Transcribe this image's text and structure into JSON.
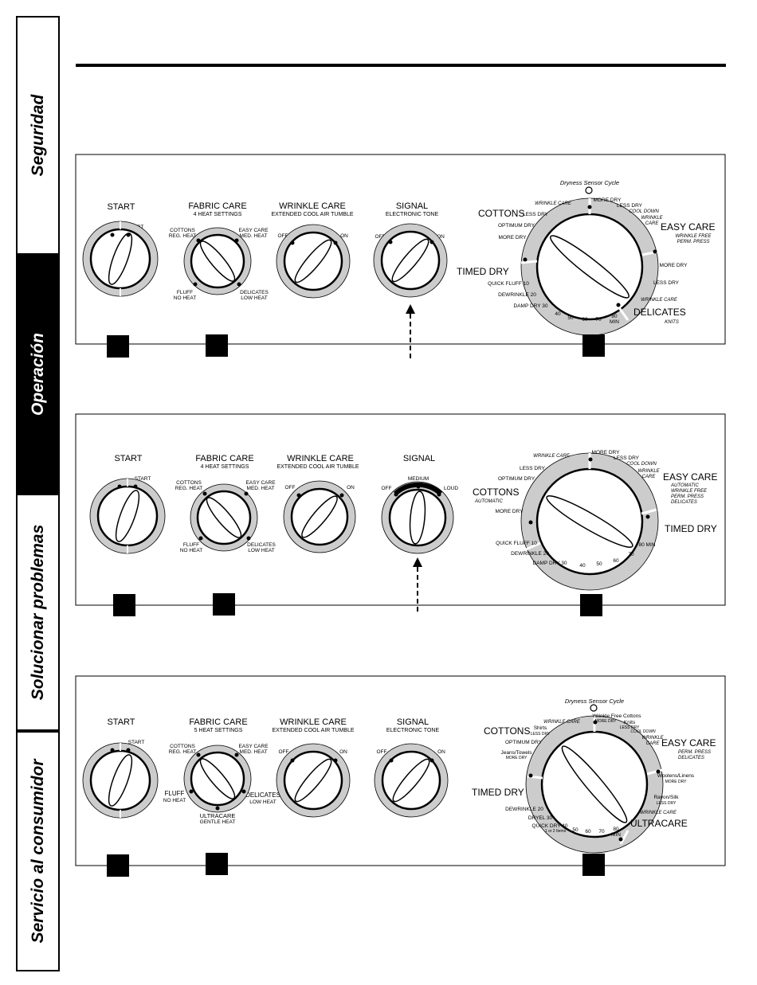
{
  "sidebar": {
    "tabs": [
      {
        "label": "Seguridad"
      },
      {
        "label": "Operación"
      },
      {
        "label": "Solucionar problemas"
      },
      {
        "label": "Servicio al consumidor"
      }
    ]
  },
  "panel1": {
    "start": {
      "title": "START",
      "option": "START"
    },
    "fabric": {
      "title": "FABRIC CARE",
      "sub": "4 HEAT SETTINGS",
      "o1": "COTTONS",
      "o1s": "REG. HEAT",
      "o2": "EASY CARE",
      "o2s": "MED. HEAT",
      "o3": "FLUFF",
      "o3s": "NO HEAT",
      "o4": "DELICATES",
      "o4s": "LOW HEAT"
    },
    "wrinkle": {
      "title": "WRINKLE CARE",
      "sub": "EXTENDED COOL AIR TUMBLE",
      "off": "OFF",
      "on": "ON"
    },
    "signal": {
      "title": "SIGNAL",
      "sub": "ELECTRONIC TONE",
      "off": "OFF",
      "on": "ON"
    },
    "cycle": {
      "sensor": "Dryness Sensor Cycle",
      "cottons": "COTTONS",
      "easy": "EASY CARE",
      "timed": "TIMED DRY",
      "delicates": "DELICATES",
      "wrinkle_care_top": "WRINKLE CARE",
      "more_dry_top": "MORE DRY",
      "less_dry_top": "LESS DRY",
      "cool_down": "COOL DOWN",
      "wrinkle_care_r1": "WRINKLE",
      "wrinkle_care_r2": "CARE",
      "wrinkle_free": "WRINKLE FREE",
      "perm_press": "PERM. PRESS",
      "more_dry_r": "MORE DRY",
      "less_dry_r": "LESS DRY",
      "wrinkle_care_br": "WRINKLE CARE",
      "knits": "KNITS",
      "less_dry_l": "LESS DRY",
      "optimum": "OPTIMUM DRY",
      "more_dry_l": "MORE DRY",
      "quick": "QUICK FLUFF 10",
      "dewrinkle": "DEWRINKLE 20",
      "damp": "DAMP DRY 30",
      "m40": "40",
      "m50": "50",
      "m60": "60",
      "m70": "70",
      "m80": "80",
      "min": "MIN"
    }
  },
  "panel2": {
    "start": {
      "title": "START",
      "option": "START"
    },
    "fabric": {
      "title": "FABRIC CARE",
      "sub": "4 HEAT SETTINGS",
      "o1": "COTTONS",
      "o1s": "REG. HEAT",
      "o2": "EASY CARE",
      "o2s": "MED. HEAT",
      "o3": "FLUFF",
      "o3s": "NO HEAT",
      "o4": "DELICATES",
      "o4s": "LOW HEAT"
    },
    "wrinkle": {
      "title": "WRINKLE CARE",
      "sub": "EXTENDED COOL AIR TUMBLE",
      "off": "OFF",
      "on": "ON"
    },
    "signal": {
      "title": "SIGNAL",
      "off": "OFF",
      "medium": "MEDIUM",
      "loud": "LOUD"
    },
    "cycle": {
      "cottons": "COTTONS",
      "automatic_l": "AUTOMATIC",
      "easy": "EASY CARE",
      "timed": "TIMED DRY",
      "wrinkle_care_top": "WRINKLE CARE",
      "more_dry_top": "MORE DRY",
      "less_dry_top": "LESS DRY",
      "cool_down": "COOL DOWN",
      "wrinkle_r1": "WRINKLE",
      "wrinkle_r2": "CARE",
      "automatic_r": "AUTOMATIC",
      "wrinkle_free": "WRINKLE FREE",
      "perm_press": "PERM. PRESS",
      "delicates": "DELICATES",
      "less_dry_l": "LESS DRY",
      "optimum": "OPTIMUM DRY",
      "more_dry_l": "MORE DRY",
      "quick": "QUICK FLUFF 10",
      "dewrinkle": "DEWRINKLE 20",
      "damp": "DAMP DRY 30",
      "m40": "40",
      "m50": "50",
      "m60": "60",
      "m70": "70",
      "m80": "80 MIN"
    }
  },
  "panel3": {
    "start": {
      "title": "START",
      "option": "START"
    },
    "fabric": {
      "title": "FABRIC CARE",
      "sub": "5 HEAT SETTINGS",
      "o1": "COTTONS",
      "o1s": "REG. HEAT",
      "o2": "EASY CARE",
      "o2s": "MED. HEAT",
      "o3": "FLUFF",
      "o3s": "NO HEAT",
      "o4": "DELICATES",
      "o4s": "LOW HEAT",
      "o5": "ULTRACARE",
      "o5s": "GENTLE HEAT"
    },
    "wrinkle": {
      "title": "WRINKLE CARE",
      "sub": "EXTENDED COOL AIR TUMBLE",
      "off": "OFF",
      "on": "ON"
    },
    "signal": {
      "title": "SIGNAL",
      "sub": "ELECTRONIC TONE",
      "off": "OFF",
      "on": "ON"
    },
    "cycle": {
      "sensor": "Dryness Sensor Cycle",
      "cottons": "COTTONS",
      "easy": "EASY CARE",
      "timed": "TIMED DRY",
      "ultracare": "ULTRACARE",
      "shirts": "Shirts",
      "shirts_s": "LESS DRY",
      "wrinkle_care_top": "WRINKLE CARE",
      "wf_cottons": "Wrinkle Free Cottons",
      "wf_cottons_s": "MORE DRY",
      "knits": "Knits",
      "knits_s": "LESS DRY",
      "cool_down": "COOL DOWN",
      "wrinkle_r1": "WRINKLE",
      "wrinkle_r2": "CARE",
      "perm_press": "PERM. PRESS",
      "delicates": "DELICATES",
      "optimum": "OPTIMUM DRY",
      "jeans": "Jeans/Towels",
      "jeans_s": "MORE DRY",
      "woolens": "Woolens/Linens",
      "woolens_s": "MORE DRY",
      "rayon": "Rayon/Silk",
      "rayon_s": "LESS DRY",
      "wrinkle_care_br": "WRINKLE CARE",
      "dewrinkle": "DEWRINKLE 20",
      "dryel": "DRYEL 30",
      "quick": "QUICK DRY 40",
      "quick_s": "1 or 2 Items",
      "m50": "50",
      "m60": "60",
      "m70": "70",
      "m80": "80",
      "min": "MIN"
    }
  }
}
